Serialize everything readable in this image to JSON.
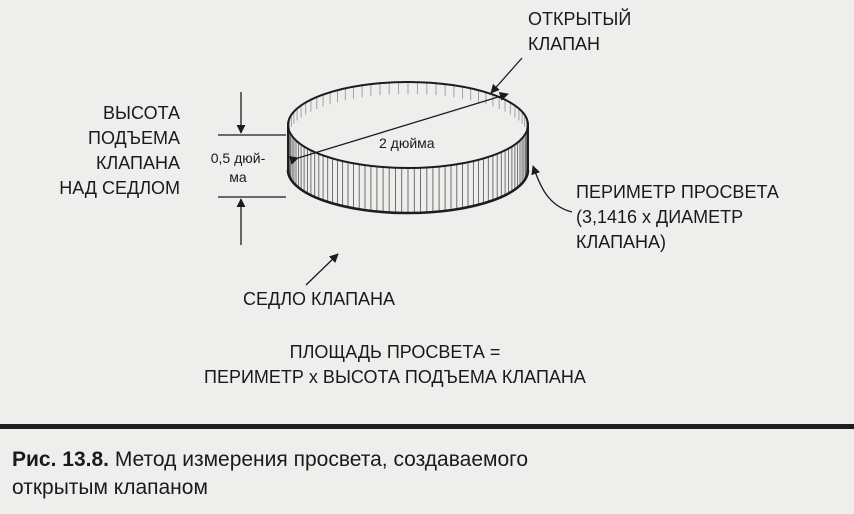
{
  "labels": {
    "open_valve": [
      "ОТКРЫТЫЙ",
      "КЛАПАН"
    ],
    "lift_height": [
      "ВЫСОТА",
      "ПОДЪЕМА",
      "КЛАПАНА",
      "НАД СЕДЛОМ"
    ],
    "lift_value": [
      "0,5 дюй-",
      "ма"
    ],
    "diameter_value": "2 дюйма",
    "perimeter": [
      "ПЕРИМЕТР ПРОСВЕТА",
      "(3,1416 x ДИАМЕТР",
      "КЛАПАНА)"
    ],
    "valve_seat": "СЕДЛО КЛАПАНА",
    "formula": [
      "ПЛОЩАДЬ ПРОСВЕТА =",
      "ПЕРИМЕТР x ВЫСОТА ПОДЪЕМА КЛАПАНА"
    ]
  },
  "caption": {
    "number": "Рис. 13.8.",
    "text_line1": " Метод измерения просвета, создаваемого",
    "text_line2": "открытым клапаном"
  },
  "colors": {
    "ink": "#1c1c1c",
    "paper": "#eeeeec"
  }
}
